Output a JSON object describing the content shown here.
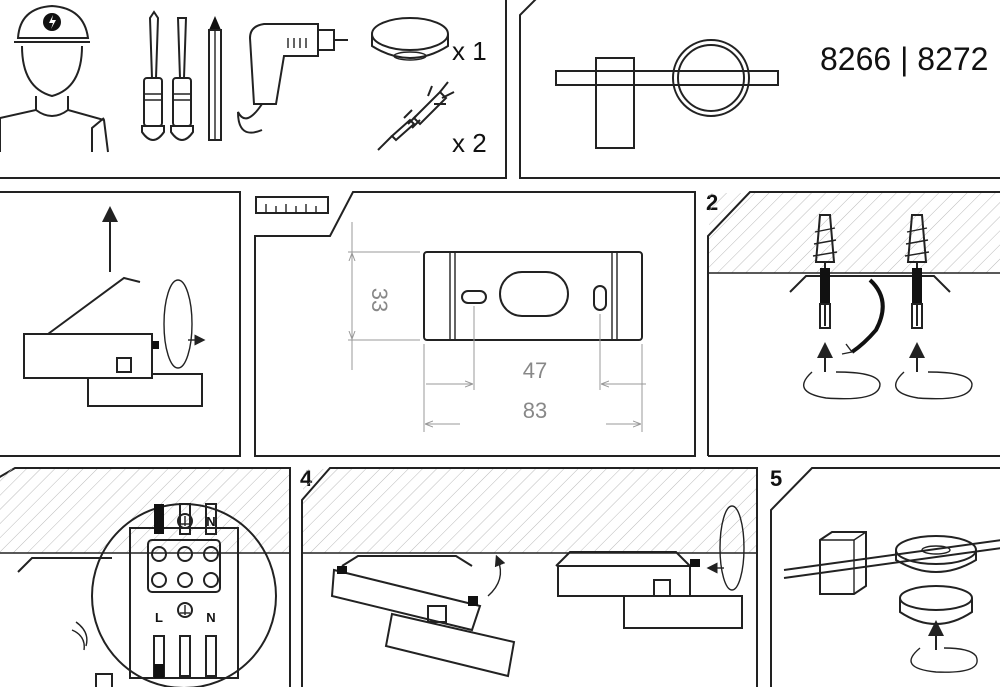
{
  "header": {
    "model_codes": "8266 | 8272"
  },
  "parts": {
    "cover_qty": "x 1",
    "screw_qty": "x 2"
  },
  "dimensions": {
    "height": "33",
    "hole_spacing": "47",
    "width": "83"
  },
  "steps": {
    "step2": "2",
    "step4": "4",
    "step5": "5"
  },
  "wiring": {
    "live": "L",
    "neutral": "N",
    "live_bottom": "L",
    "neutral_bottom": "N"
  }
}
